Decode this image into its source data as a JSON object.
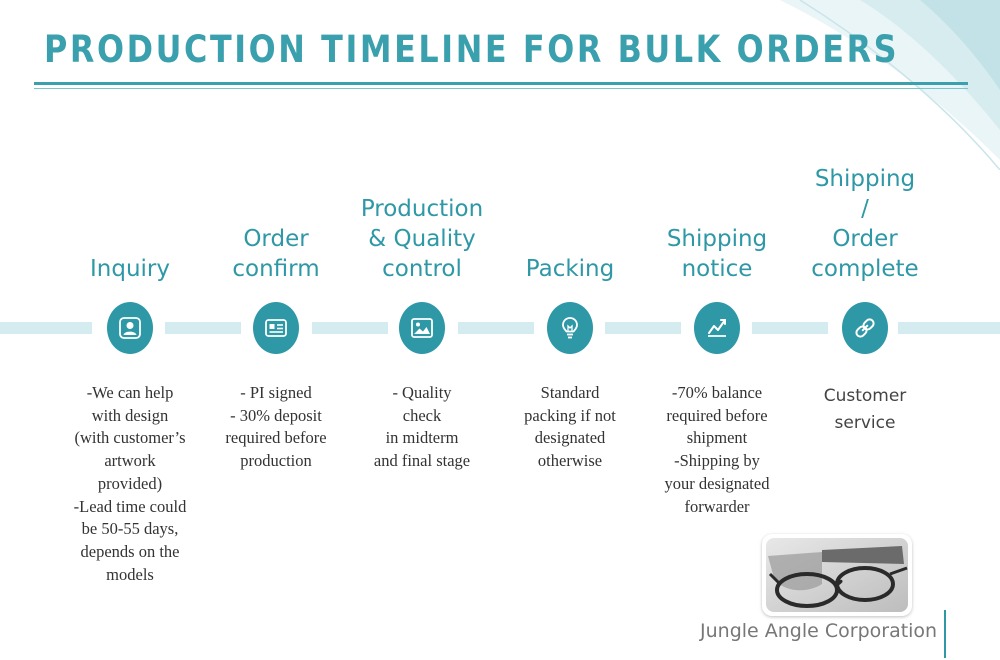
{
  "title": "PRODUCTION TIMELINE FOR BULK ORDERS",
  "stages": [
    {
      "title_lines": [
        "Inquiry"
      ],
      "icon": "user-icon",
      "description": "-We can help\nwith design\n(with customer’s\nartwork\nprovided)\n-Lead time could\nbe 50-55 days,\ndepends on the\nmodels"
    },
    {
      "title_lines": [
        "Order",
        "confirm"
      ],
      "icon": "id-card-icon",
      "description": "- PI signed\n- 30% deposit\nrequired before\nproduction"
    },
    {
      "title_lines": [
        "Production",
        "& Quality",
        "control"
      ],
      "icon": "image-icon",
      "description": "- Quality\ncheck\nin midterm\nand final stage"
    },
    {
      "title_lines": [
        "Packing"
      ],
      "icon": "lightbulb-icon",
      "description": "Standard\npacking if not\ndesignated\notherwise"
    },
    {
      "title_lines": [
        "Shipping",
        "notice"
      ],
      "icon": "chart-icon",
      "description": "-70% balance\nrequired before\nshipment\n-Shipping by\nyour designated\nforwarder"
    },
    {
      "title_lines": [
        "Shipping",
        "/",
        "Order",
        "complete"
      ],
      "icon": "link-icon",
      "description": "Customer\nservice"
    }
  ],
  "brand": "Jungle Angle Corporation",
  "photo_icon": "eyeglasses-photo",
  "colors": {
    "accent": "#2f98a6",
    "timeline": "#d4ecef",
    "text": "#333333"
  }
}
